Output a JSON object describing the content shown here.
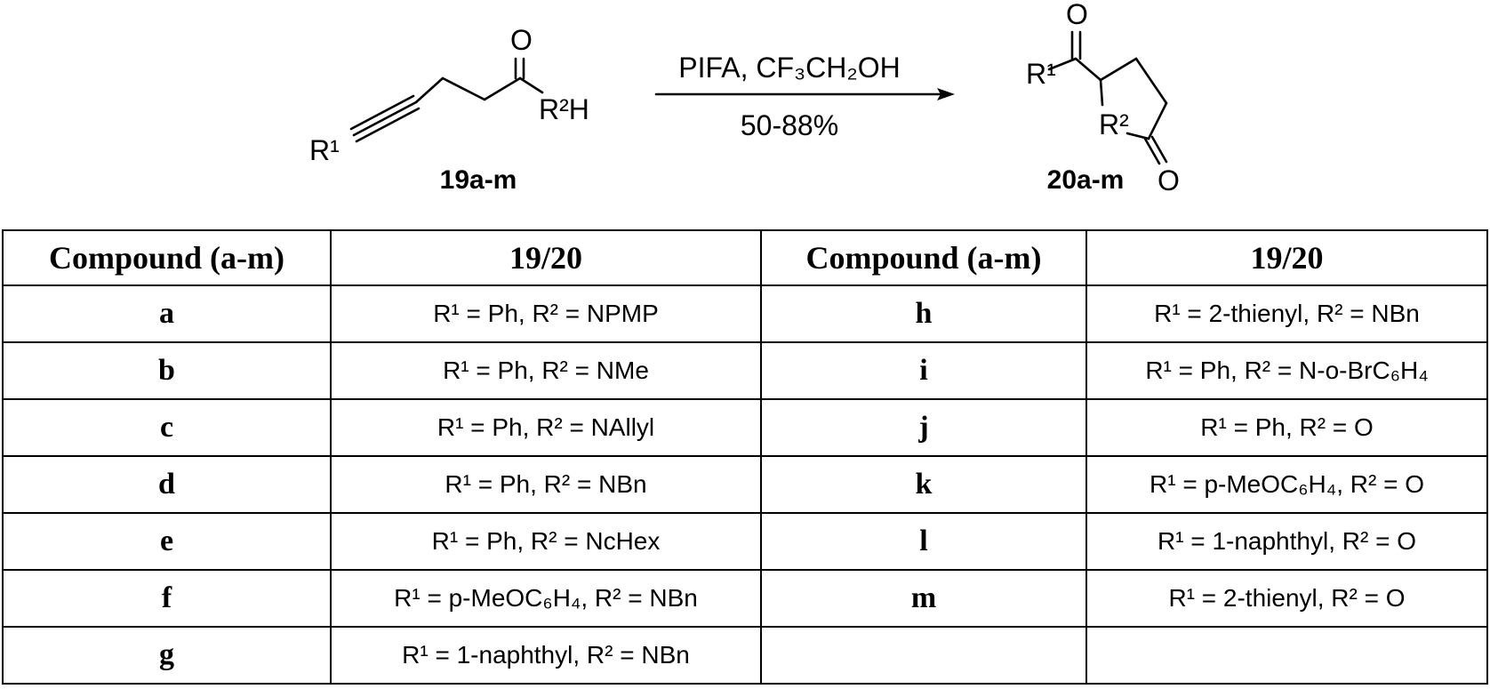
{
  "scheme": {
    "reactant": {
      "oxygen": "O",
      "r2h": "R²H",
      "r1": "R¹",
      "label": "19a-m"
    },
    "conditions": {
      "reagents": "PIFA, CF₃CH₂OH",
      "yield": "50-88%"
    },
    "product": {
      "oxygen_top": "O",
      "r1": "R¹",
      "r2": "R²",
      "oxygen_bottom": "O",
      "label": "20a-m"
    }
  },
  "table": {
    "headers": [
      "Compound (a-m)",
      "19/20",
      "Compound (a-m)",
      "19/20"
    ],
    "rows": [
      {
        "left_compound": "a",
        "left_sub": "R¹ = Ph, R² = NPMP",
        "right_compound": "h",
        "right_sub": "R¹ = 2-thienyl, R² = NBn"
      },
      {
        "left_compound": "b",
        "left_sub": "R¹ = Ph, R² = NMe",
        "right_compound": "i",
        "right_sub": "R¹ = Ph, R² = N-o-BrC₆H₄"
      },
      {
        "left_compound": "c",
        "left_sub": "R¹ = Ph, R² = NAllyl",
        "right_compound": "j",
        "right_sub": "R¹ = Ph, R² = O"
      },
      {
        "left_compound": "d",
        "left_sub": "R¹ = Ph, R² = NBn",
        "right_compound": "k",
        "right_sub": "R¹ = p-MeOC₆H₄, R² = O"
      },
      {
        "left_compound": "e",
        "left_sub": "R¹ = Ph, R² = NcHex",
        "right_compound": "l",
        "right_sub": "R¹ = 1-naphthyl, R² = O"
      },
      {
        "left_compound": "f",
        "left_sub": "R¹ = p-MeOC₆H₄, R² = NBn",
        "right_compound": "m",
        "right_sub": "R¹ = 2-thienyl, R² = O"
      },
      {
        "left_compound": "g",
        "left_sub": "R¹ = 1-naphthyl, R² = NBn",
        "right_compound": "",
        "right_sub": ""
      }
    ]
  }
}
